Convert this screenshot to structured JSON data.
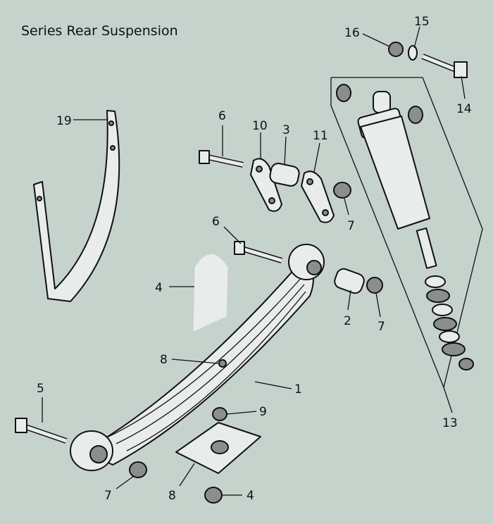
{
  "title": "Series Rear Suspension",
  "callouts": [
    {
      "id": "c1",
      "text": "1"
    },
    {
      "id": "c2",
      "text": "2"
    },
    {
      "id": "c3",
      "text": "3"
    },
    {
      "id": "c4a",
      "text": "4"
    },
    {
      "id": "c4b",
      "text": "4"
    },
    {
      "id": "c5",
      "text": "5"
    },
    {
      "id": "c6a",
      "text": "6"
    },
    {
      "id": "c6b",
      "text": "6"
    },
    {
      "id": "c7a",
      "text": "7"
    },
    {
      "id": "c7b",
      "text": "7"
    },
    {
      "id": "c7c",
      "text": "7"
    },
    {
      "id": "c8a",
      "text": "8"
    },
    {
      "id": "c8b",
      "text": "8"
    },
    {
      "id": "c9",
      "text": "9"
    },
    {
      "id": "c10",
      "text": "10"
    },
    {
      "id": "c11",
      "text": "11"
    },
    {
      "id": "c13",
      "text": "13"
    },
    {
      "id": "c14",
      "text": "14"
    },
    {
      "id": "c15",
      "text": "15"
    },
    {
      "id": "c16",
      "text": "16"
    },
    {
      "id": "c19",
      "text": "19"
    }
  ]
}
